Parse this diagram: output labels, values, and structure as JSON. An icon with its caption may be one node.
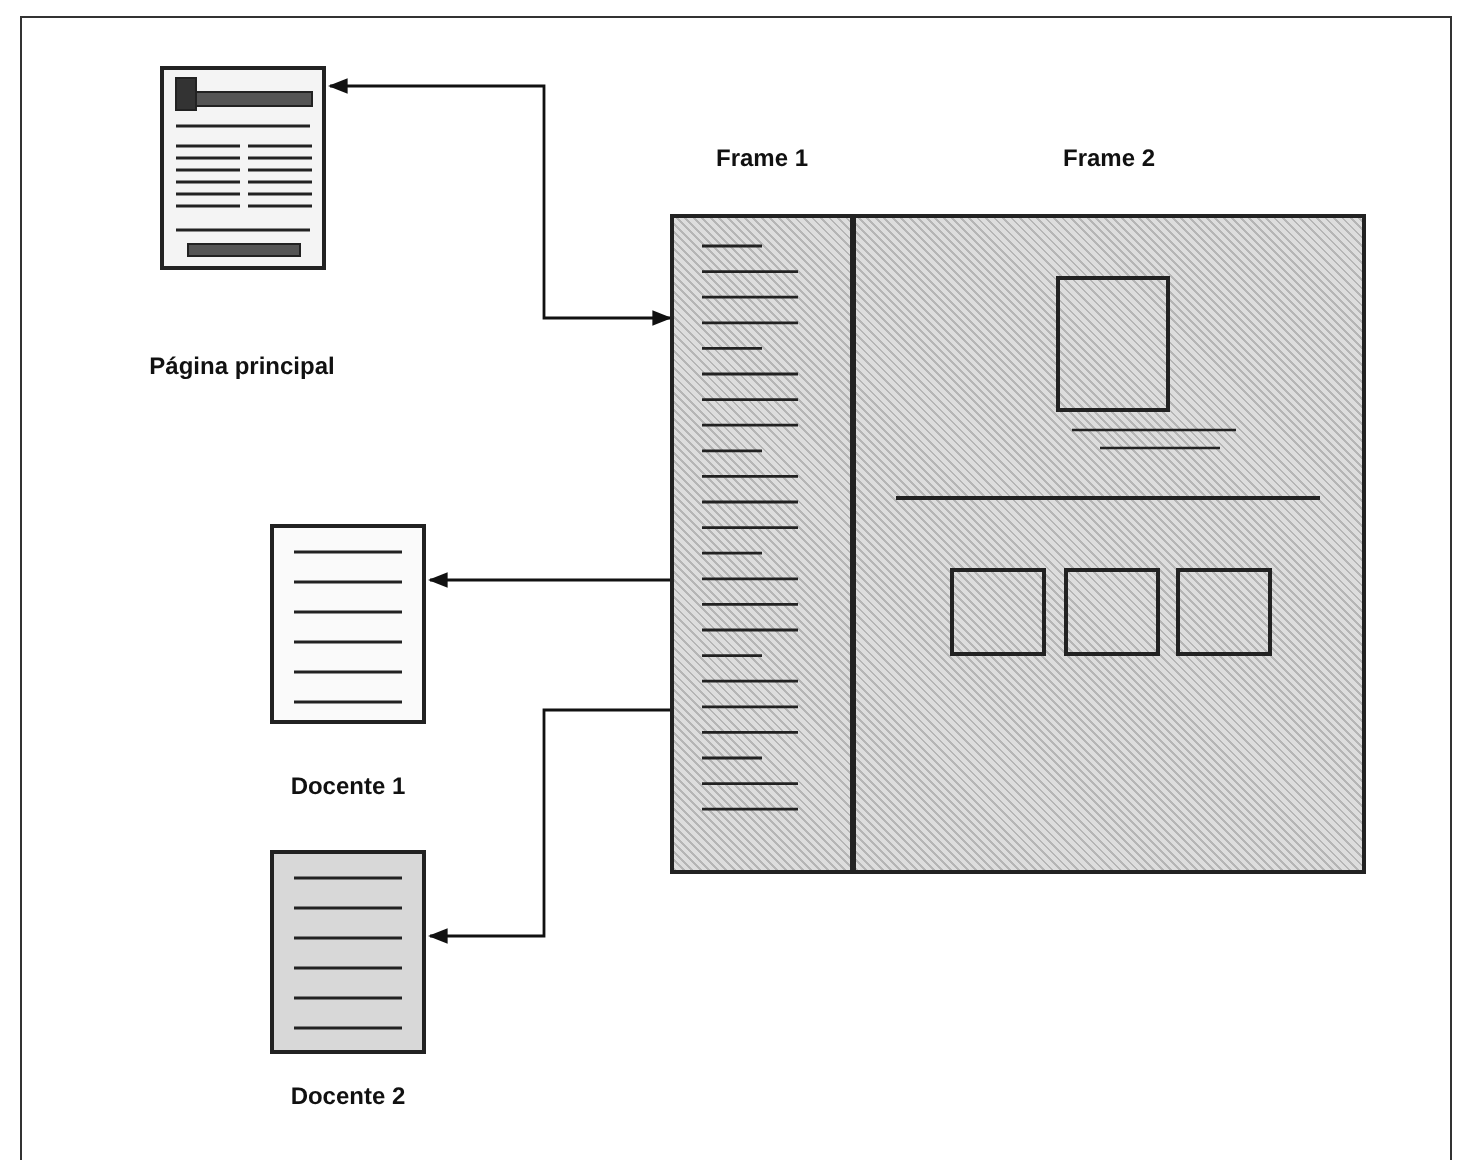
{
  "diagram": {
    "nodes": [
      {
        "text": [
          "Página principal"
        ]
      },
      {
        "text": [
          "Frame 1"
        ]
      },
      {
        "text": [
          "Frame 2"
        ]
      },
      {
        "text": [
          "Docente 1"
        ]
      },
      {
        "text": [
          "Docente 2"
        ]
      }
    ],
    "edges": [
      {
        "from": 1,
        "to": 0,
        "arrow": "both"
      },
      {
        "from": 1,
        "to": 3,
        "arrow": "to"
      },
      {
        "from": 1,
        "to": 4,
        "arrow": "to"
      }
    ]
  }
}
